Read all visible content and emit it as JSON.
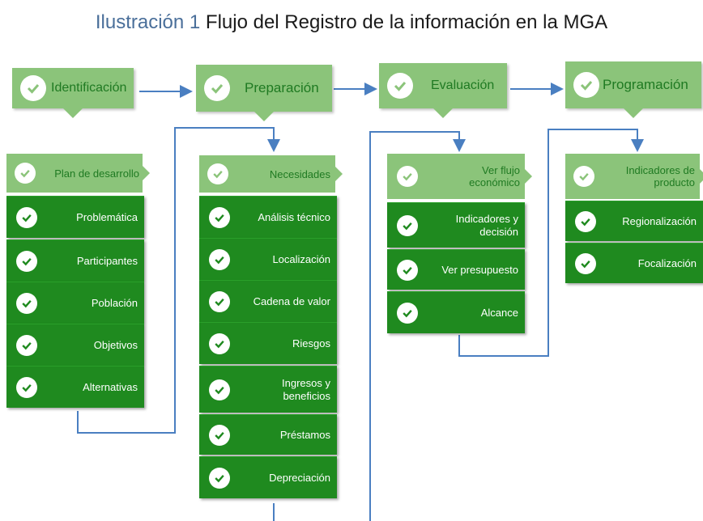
{
  "caption": {
    "label": "Ilustración 1",
    "text": "Flujo del Registro de la información en la MGA"
  },
  "colors": {
    "stage": "#8bc47a",
    "stage_text": "#1f7a22",
    "item": "#1f8a1f",
    "connector": "#4a7fc1"
  },
  "icon": "check-circle-icon",
  "stages": [
    {
      "label": "Identificación"
    },
    {
      "label": "Preparación"
    },
    {
      "label": "Evaluación"
    },
    {
      "label": "Programación"
    }
  ],
  "columns": [
    {
      "header": "Plan de desarrollo",
      "items": [
        "Problemática",
        "Participantes",
        "Población",
        "Objetivos",
        "Alternativas"
      ]
    },
    {
      "header": "Necesidades",
      "items": [
        "Análisis técnico",
        "Localización",
        "Cadena de valor",
        "Riesgos",
        "Ingresos y\nbeneficios",
        "Préstamos",
        "Depreciación"
      ]
    },
    {
      "header": "Ver flujo\neconómico",
      "items": [
        "Indicadores y\ndecisión",
        "Ver presupuesto",
        "Alcance"
      ]
    },
    {
      "header": "Indicadores de\nproducto",
      "items": [
        "Regionalización",
        "Focalización"
      ]
    }
  ]
}
